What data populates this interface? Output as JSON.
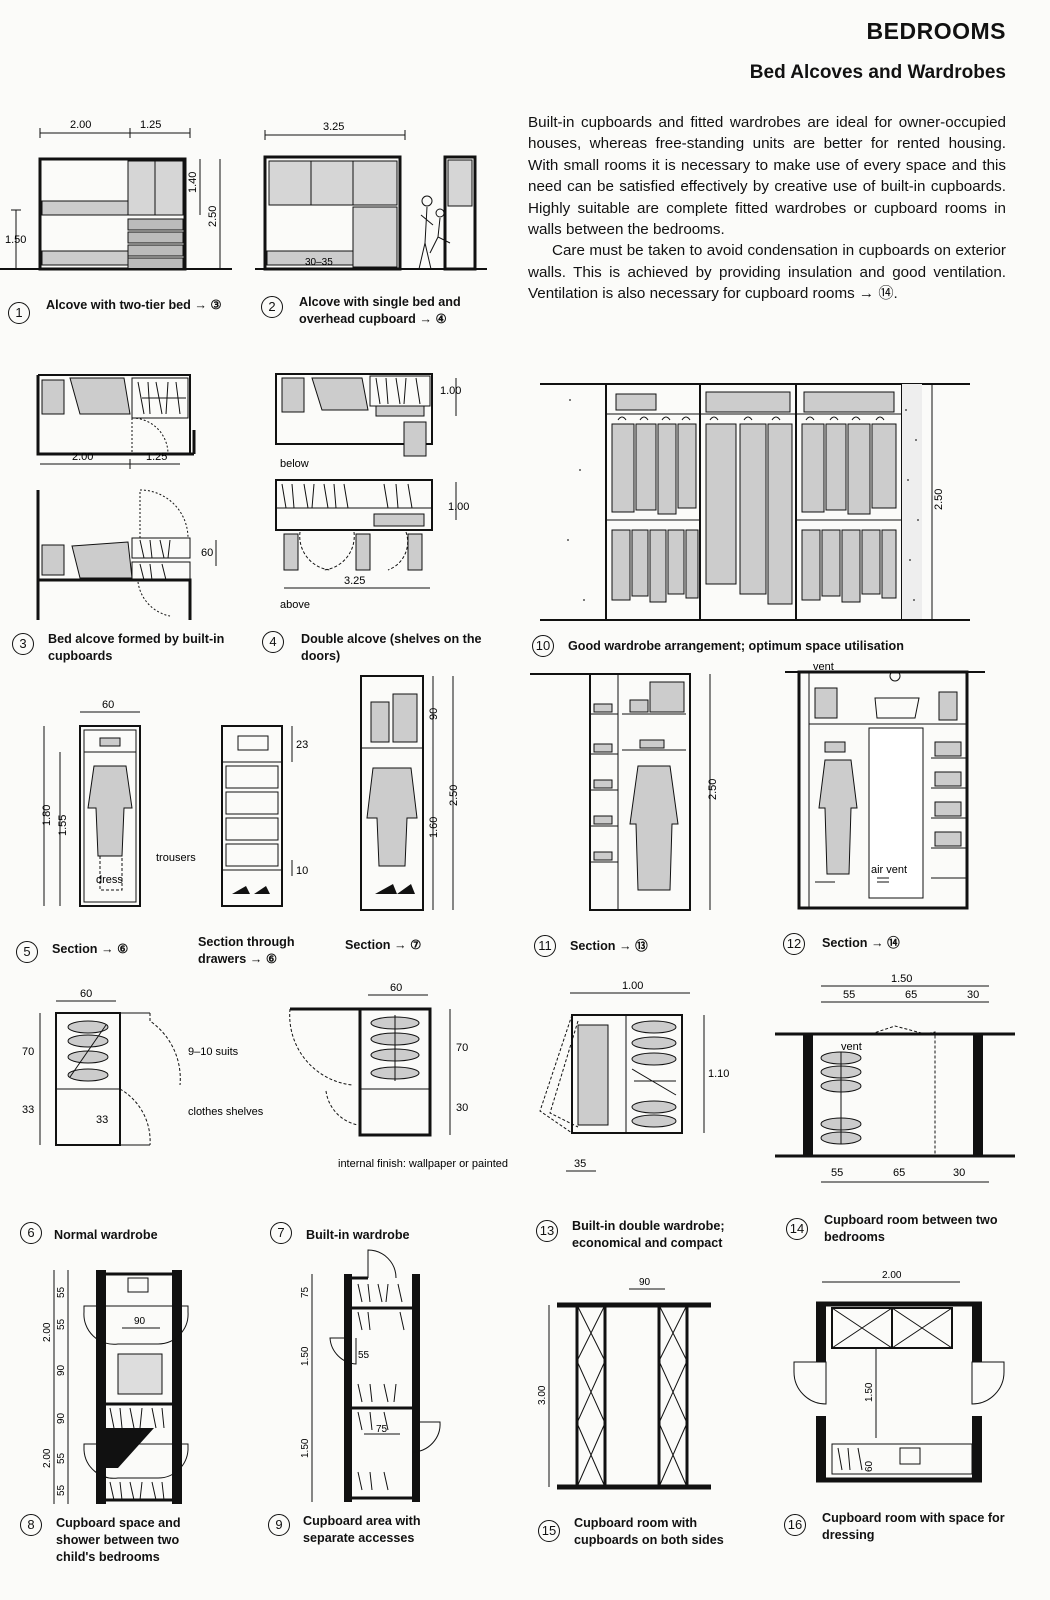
{
  "header": {
    "title": "BEDROOMS",
    "subtitle": "Bed Alcoves and Wardrobes"
  },
  "text": {
    "p1": "Built-in cupboards and fitted wardrobes are ideal for owner-occupied houses, whereas free-standing units are better for rented housing. With small rooms it is necessary to make use of every space and this need can be satisfied effectively by creative use of built-in cupboards. Highly suitable are complete fitted wardrobes or cupboard rooms in walls between the bedrooms.",
    "p2": "Care must be taken to avoid condensation in cupboards on exterior walls. This is achieved by providing insulation and good ventilation. Ventilation is also necessary for cupboard rooms → ⑭."
  },
  "figures": [
    {
      "n": "1",
      "caption": "Alcove with two-tier bed → ③"
    },
    {
      "n": "2",
      "caption": "Alcove with single bed and overhead cupboard → ④"
    },
    {
      "n": "3",
      "caption": "Bed alcove formed by built-in cupboards"
    },
    {
      "n": "4",
      "caption": "Double alcove (shelves on the doors)"
    },
    {
      "n": "10",
      "caption": "Good wardrobe arrangement; optimum space utilisation"
    },
    {
      "n": "5",
      "caption": "Section → ⑥"
    },
    {
      "n": "",
      "caption": "Section through drawers → ⑥"
    },
    {
      "n": "",
      "caption": "Section → ⑦"
    },
    {
      "n": "11",
      "caption": "Section → ⑬"
    },
    {
      "n": "12",
      "caption": "Section → ⑭"
    },
    {
      "n": "6",
      "caption": "Normal wardrobe"
    },
    {
      "n": "7",
      "caption": "Built-in wardrobe"
    },
    {
      "n": "13",
      "caption": "Built-in double wardrobe; economical and compact"
    },
    {
      "n": "14",
      "caption": "Cupboard room between two bedrooms"
    },
    {
      "n": "8",
      "caption": "Cupboard space and shower between two child's bedrooms"
    },
    {
      "n": "9",
      "caption": "Cupboard area with separate accesses"
    },
    {
      "n": "15",
      "caption": "Cupboard room with cupboards on both sides"
    },
    {
      "n": "16",
      "caption": "Cupboard room with space for dressing"
    }
  ],
  "dims": {
    "f1": [
      "2.00",
      "1.25",
      "1.40",
      "2.50",
      "1.50"
    ],
    "f2": [
      "3.25",
      "30–35"
    ],
    "f3": [
      "2.00",
      "1.25",
      "60"
    ],
    "f4": [
      "1.00",
      "below",
      "1.00",
      "3.25",
      "above"
    ],
    "f10": [
      "2.50"
    ],
    "f5": [
      "60",
      "1.80",
      "1.55",
      "trousers",
      "dress"
    ],
    "fdrawers": [
      "23",
      "10"
    ],
    "f7s": [
      "90",
      "1.60",
      "2.50"
    ],
    "f11": [
      "2.50"
    ],
    "f12": [
      "vent",
      "air vent"
    ],
    "f6": [
      "60",
      "70",
      "33",
      "33",
      "9–10 suits",
      "clothes shelves"
    ],
    "f7": [
      "60",
      "70",
      "30",
      "internal finish: wallpaper or painted"
    ],
    "f13": [
      "1.00",
      "1.10",
      "35"
    ],
    "f14": [
      "1.50",
      "55",
      "65",
      "30",
      "vent",
      "55",
      "65",
      "30"
    ],
    "f8": [
      "55",
      "90",
      "2.00",
      "55",
      "90",
      "90",
      "2.00",
      "55",
      "55"
    ],
    "f9": [
      "75",
      "1.50",
      "55",
      "1.50",
      "75"
    ],
    "f15": [
      "90",
      "3.00"
    ],
    "f16": [
      "2.00",
      "1.50",
      "60"
    ]
  }
}
